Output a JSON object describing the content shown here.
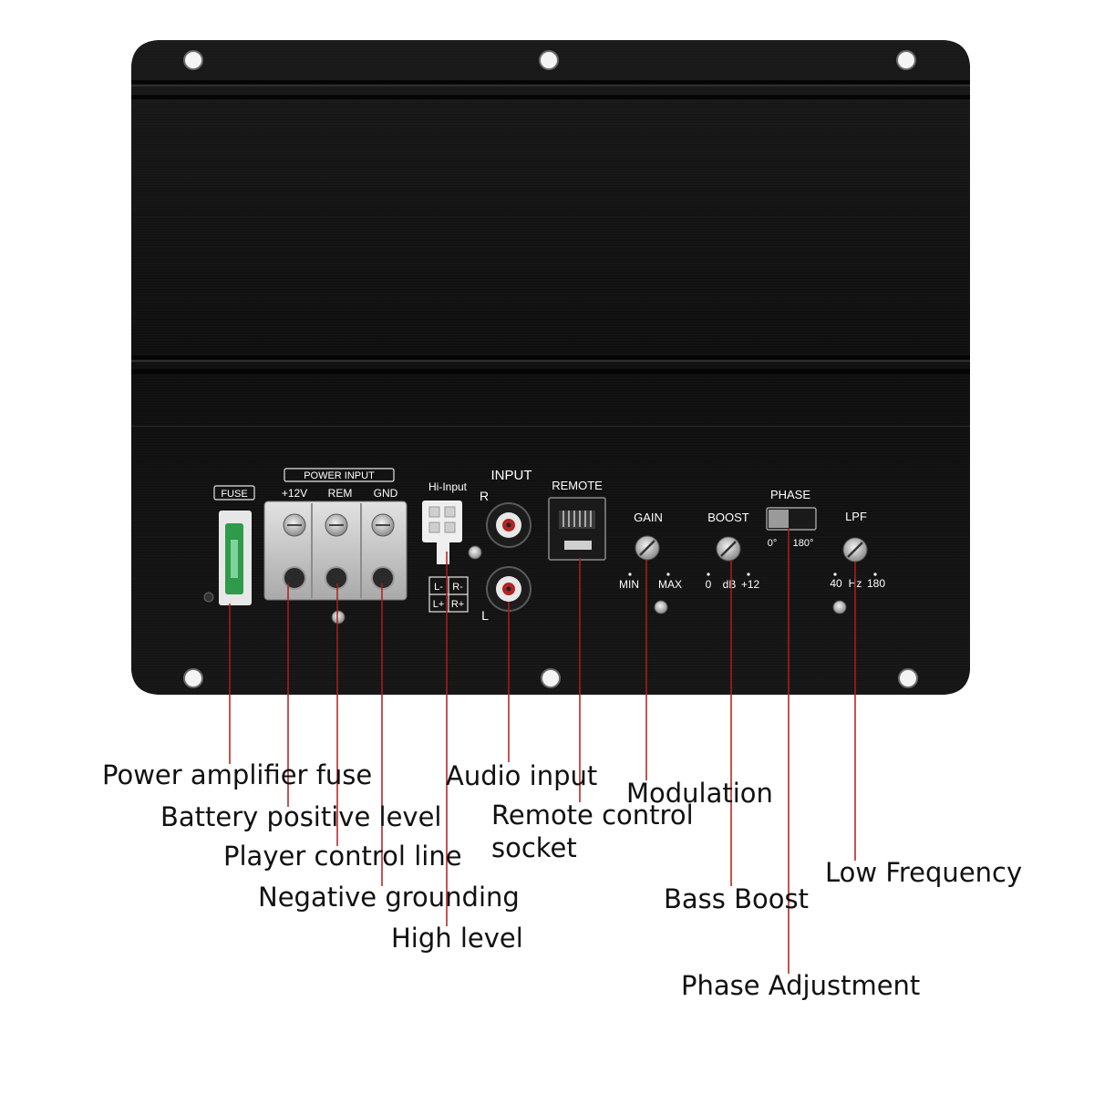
{
  "panel": {
    "fuse_label": "FUSE",
    "power_input_label": "POWER INPUT",
    "terminals": [
      "+12V",
      "REM",
      "GND"
    ],
    "hi_input_label": "Hi-Input",
    "hi_input_channels": [
      "L-",
      "R-",
      "L+",
      "R+"
    ],
    "input_label": "INPUT",
    "input_r": "R",
    "input_l": "L",
    "remote_label": "REMOTE",
    "gain": {
      "label": "GAIN",
      "min": "MIN",
      "max": "MAX"
    },
    "boost": {
      "label": "BOOST",
      "low": "0",
      "unit": "dB",
      "high": "+12"
    },
    "phase": {
      "label": "PHASE",
      "low": "0°",
      "high": "180°"
    },
    "lpf": {
      "label": "LPF",
      "low": "40",
      "unit": "Hz",
      "high": "180"
    }
  },
  "callouts": {
    "fuse": "Power amplifier fuse",
    "battery": "Battery positive level",
    "player": "Player control line",
    "ground": "Negative grounding",
    "high": "High level",
    "audio": "Audio input",
    "remote": "Remote control socket",
    "modulation": "Modulation",
    "bass": "Bass Boost",
    "phase": "Phase Adjustment",
    "low_freq": "Low Frequency"
  },
  "colors": {
    "leader_line": "#b01c1c",
    "panel_body": "#0e0e0e",
    "terminal_block": "#c9c9c9",
    "fuse_green": "#2f9a4a"
  }
}
